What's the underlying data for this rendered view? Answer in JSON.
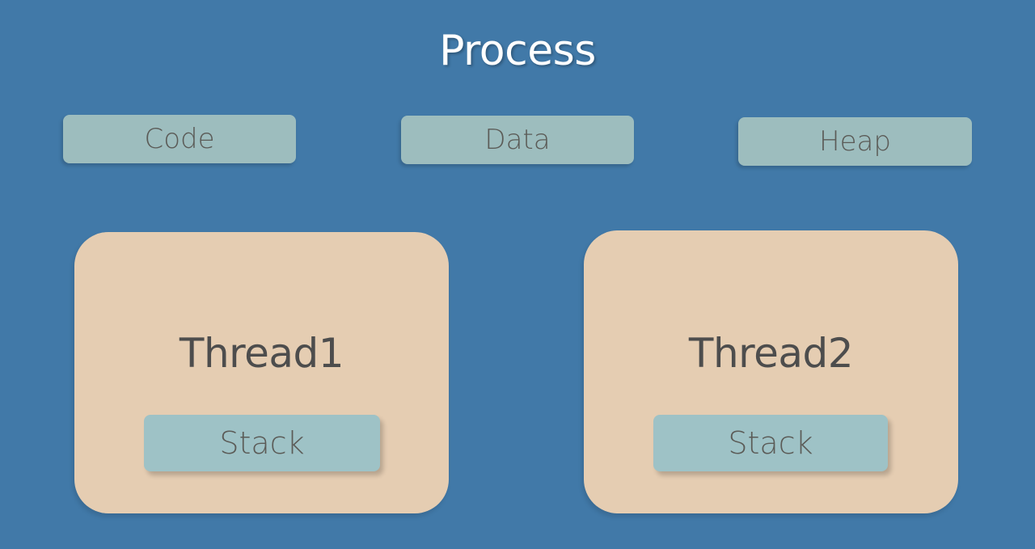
{
  "slide": {
    "title": "Process",
    "background_color": "#4179a8",
    "title_color": "#ffffff"
  },
  "memory_segments": {
    "box_color": "#9dbdbe",
    "label_color": "#5b5b57",
    "items": [
      {
        "label": "Code"
      },
      {
        "label": "Data"
      },
      {
        "label": "Heap"
      }
    ]
  },
  "threads": {
    "box_color": "#e5cdb2",
    "label_color": "#4d4d4d",
    "stack_color": "#9ec2c6",
    "items": [
      {
        "label": "Thread1",
        "stack_label": "Stack"
      },
      {
        "label": "Thread2",
        "stack_label": "Stack"
      }
    ]
  }
}
